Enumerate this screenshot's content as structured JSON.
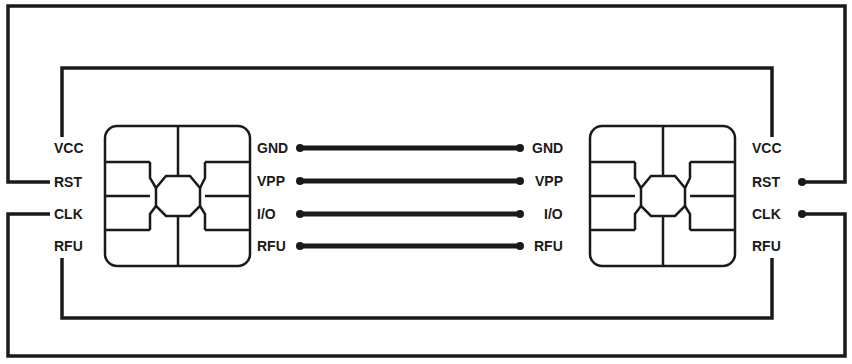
{
  "diagram": {
    "labels": [
      "VCC",
      "RST",
      "CLK",
      "RFU",
      "GND",
      "VPP",
      "I/O",
      "RFU",
      "GND",
      "VPP",
      "I/O",
      "RFU",
      "VCC",
      "RST",
      "CLK",
      "RFU"
    ]
  }
}
